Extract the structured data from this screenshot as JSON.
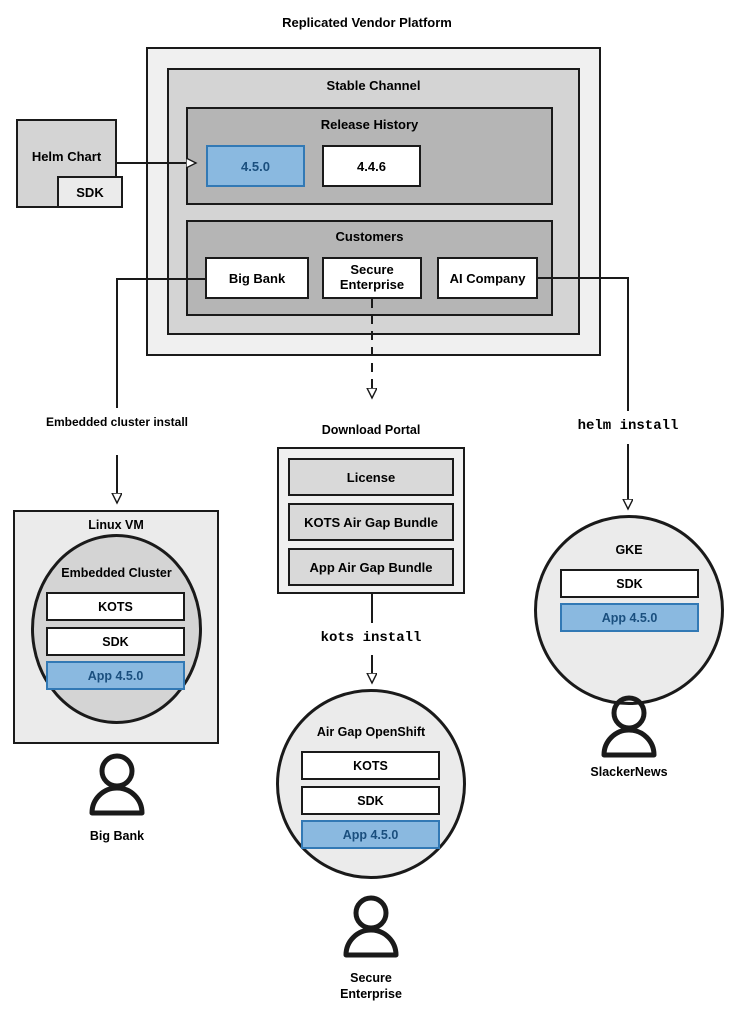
{
  "diagram": {
    "title": "Replicated Vendor Platform",
    "platform": {
      "channel_title": "Stable Channel",
      "release_history": {
        "title": "Release History",
        "releases": [
          {
            "version": "4.5.0",
            "highlighted": true
          },
          {
            "version": "4.4.6",
            "highlighted": false
          }
        ]
      },
      "customers": {
        "title": "Customers",
        "items": [
          {
            "name": "Big Bank"
          },
          {
            "name": "Secure Enterprise"
          },
          {
            "name": "AI Company"
          }
        ]
      }
    },
    "source": {
      "helm_chart_label": "Helm Chart",
      "sdk_label": "SDK"
    },
    "edge_labels": {
      "embedded_cluster_install": "Embedded cluster install",
      "kots_install": "kots install",
      "helm_install": "helm install"
    },
    "download_portal": {
      "title": "Download Portal",
      "artifacts": [
        {
          "name": "License"
        },
        {
          "name": "KOTS Air Gap Bundle"
        },
        {
          "name": "App Air Gap Bundle"
        }
      ]
    },
    "targets": [
      {
        "id": "linux-vm",
        "outer_label": "Linux VM",
        "inner_label": "Embedded Cluster",
        "components": [
          {
            "name": "KOTS",
            "highlighted": false
          },
          {
            "name": "SDK",
            "highlighted": false
          },
          {
            "name": "App 4.5.0",
            "highlighted": true
          }
        ],
        "customer": "Big Bank"
      },
      {
        "id": "air-gap-openshift",
        "outer_label": "Air Gap OpenShift",
        "components": [
          {
            "name": "KOTS",
            "highlighted": false
          },
          {
            "name": "SDK",
            "highlighted": false
          },
          {
            "name": "App 4.5.0",
            "highlighted": true
          }
        ],
        "customer_line1": "Secure",
        "customer_line2": "Enterprise"
      },
      {
        "id": "gke",
        "outer_label": "GKE",
        "components": [
          {
            "name": "SDK",
            "highlighted": false
          },
          {
            "name": "App 4.5.0",
            "highlighted": true
          }
        ],
        "customer": "SlackerNews"
      }
    ],
    "colors": {
      "highlight_fill": "#8ab9e0",
      "highlight_border": "#3279b5",
      "highlight_text": "#1a4f7e",
      "stroke": "#1a1a1a",
      "platform_outer_fill": "#f0f0f0",
      "channel_fill": "#d4d4d4",
      "release_history_fill": "#b5b5b5",
      "customers_fill": "#b5b5b5"
    }
  }
}
